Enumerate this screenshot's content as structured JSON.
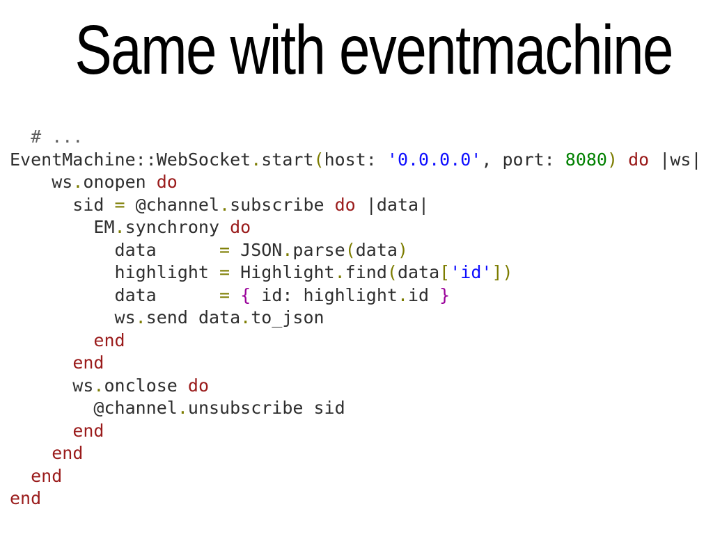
{
  "slide": {
    "title": "Same with eventmachine"
  },
  "colors": {
    "background": "#ffffff",
    "title": "#000000",
    "plain": "#2e2e2e",
    "comment": "#5e5e5e",
    "keyword": "#9a1b1b",
    "operator": "#7c7c00",
    "string": "#0d0dff",
    "number": "#008000",
    "brace": "#990099"
  },
  "code": {
    "language": "ruby",
    "lines": [
      [
        [
          "comment",
          "  # ..."
        ]
      ],
      [
        [
          "plain",
          "EventMachine::WebSocket"
        ],
        [
          "operator",
          "."
        ],
        [
          "plain",
          "start"
        ],
        [
          "operator",
          "("
        ],
        [
          "plain",
          "host: "
        ],
        [
          "string",
          "'0.0.0.0'"
        ],
        [
          "plain",
          ", port: "
        ],
        [
          "number",
          "8080"
        ],
        [
          "operator",
          ")"
        ],
        [
          "plain",
          " "
        ],
        [
          "keyword",
          "do"
        ],
        [
          "plain",
          " |ws|"
        ]
      ],
      [
        [
          "plain",
          "    ws"
        ],
        [
          "operator",
          "."
        ],
        [
          "plain",
          "onopen "
        ],
        [
          "keyword",
          "do"
        ]
      ],
      [
        [
          "plain",
          "      sid "
        ],
        [
          "operator",
          "="
        ],
        [
          "plain",
          " @channel"
        ],
        [
          "operator",
          "."
        ],
        [
          "plain",
          "subscribe "
        ],
        [
          "keyword",
          "do"
        ],
        [
          "plain",
          " |data|"
        ]
      ],
      [
        [
          "plain",
          "        EM"
        ],
        [
          "operator",
          "."
        ],
        [
          "plain",
          "synchrony "
        ],
        [
          "keyword",
          "do"
        ]
      ],
      [
        [
          "plain",
          "          data      "
        ],
        [
          "operator",
          "="
        ],
        [
          "plain",
          " JSON"
        ],
        [
          "operator",
          "."
        ],
        [
          "plain",
          "parse"
        ],
        [
          "operator",
          "("
        ],
        [
          "plain",
          "data"
        ],
        [
          "operator",
          ")"
        ]
      ],
      [
        [
          "plain",
          "          highlight "
        ],
        [
          "operator",
          "="
        ],
        [
          "plain",
          " Highlight"
        ],
        [
          "operator",
          "."
        ],
        [
          "plain",
          "find"
        ],
        [
          "operator",
          "("
        ],
        [
          "plain",
          "data"
        ],
        [
          "operator",
          "["
        ],
        [
          "string",
          "'id'"
        ],
        [
          "operator",
          "])"
        ]
      ],
      [
        [
          "plain",
          "          data      "
        ],
        [
          "operator",
          "="
        ],
        [
          "plain",
          " "
        ],
        [
          "brace",
          "{"
        ],
        [
          "plain",
          " id: highlight"
        ],
        [
          "operator",
          "."
        ],
        [
          "plain",
          "id "
        ],
        [
          "brace",
          "}"
        ]
      ],
      [
        [
          "plain",
          "          ws"
        ],
        [
          "operator",
          "."
        ],
        [
          "plain",
          "send data"
        ],
        [
          "operator",
          "."
        ],
        [
          "plain",
          "to_json"
        ]
      ],
      [
        [
          "plain",
          "        "
        ],
        [
          "keyword",
          "end"
        ]
      ],
      [
        [
          "plain",
          "      "
        ],
        [
          "keyword",
          "end"
        ]
      ],
      [
        [
          "plain",
          "      ws"
        ],
        [
          "operator",
          "."
        ],
        [
          "plain",
          "onclose "
        ],
        [
          "keyword",
          "do"
        ]
      ],
      [
        [
          "plain",
          "        @channel"
        ],
        [
          "operator",
          "."
        ],
        [
          "plain",
          "unsubscribe sid"
        ]
      ],
      [
        [
          "plain",
          "      "
        ],
        [
          "keyword",
          "end"
        ]
      ],
      [
        [
          "plain",
          "    "
        ],
        [
          "keyword",
          "end"
        ]
      ],
      [
        [
          "plain",
          "  "
        ],
        [
          "keyword",
          "end"
        ]
      ],
      [
        [
          "keyword",
          "end"
        ]
      ]
    ]
  }
}
